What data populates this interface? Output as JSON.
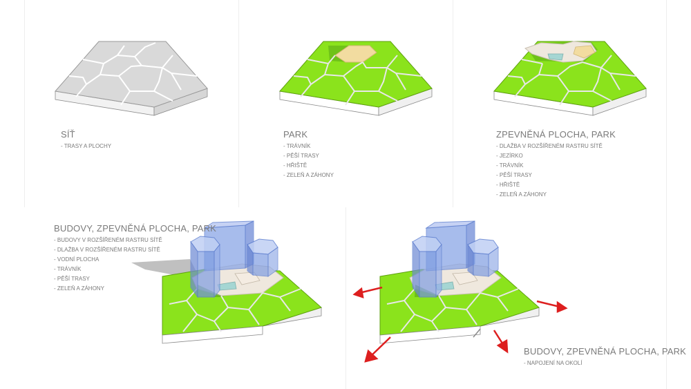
{
  "panels": [
    {
      "title": "SÍŤ",
      "items": [
        "- TRASY A PLOCHY"
      ]
    },
    {
      "title": "PARK",
      "items": [
        "- TRÁVNÍK",
        "- PĚŠÍ TRASY",
        "- HŘIŠTĚ",
        "- ZELEŇ A ZÁHONY"
      ]
    },
    {
      "title": "ZPEVNĚNÁ PLOCHA, PARK",
      "items": [
        "- DLAŽBA V ROZŠÍŘENÉM RASTRU SÍTĚ",
        "- JEZÍRKO",
        "- TRÁVNÍK",
        "- PĚŠÍ TRASY",
        "- HŘIŠTĚ",
        "- ZELEŇ A ZÁHONY"
      ]
    },
    {
      "title": "BUDOVY, ZPEVNĚNÁ PLOCHA, PARK",
      "items": [
        "- BUDOVY V ROZŠÍŘENÉM RASTRU SÍTĚ",
        "- DLAŽBA V ROZŠÍŘENÉM RASTRU SÍTĚ",
        "- VODNÍ PLOCHA",
        "- TRÁVNÍK",
        "- PĚŠÍ TRASY",
        "- ZELEŇ A ZÁHONY"
      ]
    },
    {
      "title": "BUDOVY, ZPEVNĚNÁ PLOCHA, PARK",
      "items": [
        "- NAPOJENÍ NA OKOLÍ"
      ]
    }
  ],
  "colors": {
    "grass": "#8be31c",
    "grid": "#d9d9d9",
    "plaza": "#efe8de",
    "playground": "#f2dca0",
    "water": "#a5d6d3",
    "glass": "#8aa6e6",
    "arrow": "#dd1f1f",
    "caption": "#7a7a7a"
  }
}
